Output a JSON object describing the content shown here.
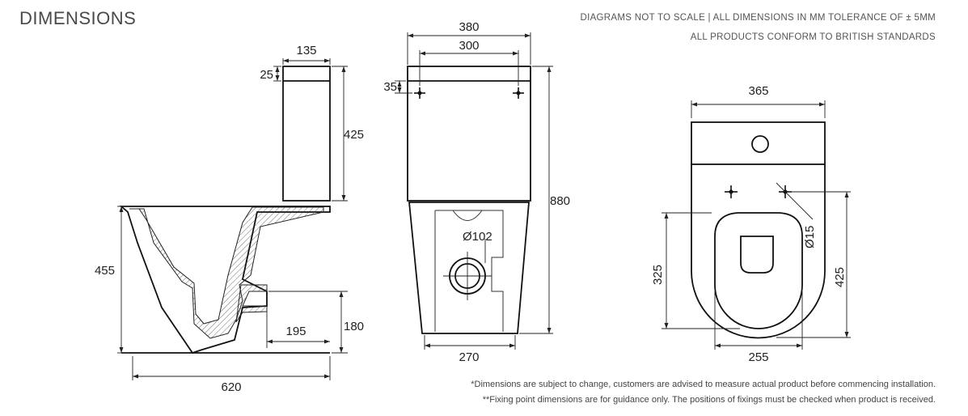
{
  "header": {
    "title": "DIMENSIONS",
    "line1": "DIAGRAMS NOT TO SCALE | ALL DIMENSIONS IN MM TOLERANCE OF ± 5MM",
    "line2": "ALL PRODUCTS CONFORM TO BRITISH STANDARDS"
  },
  "side_view": {
    "cistern_depth": "135",
    "lid_height": "25",
    "cistern_height": "425",
    "pan_height": "455",
    "outlet_height": "180",
    "outlet_offset": "195",
    "overall_depth": "620"
  },
  "front_view": {
    "cistern_width": "380",
    "fixing_spacing": "300",
    "fixing_drop": "35",
    "overall_height": "880",
    "outlet_diameter": "Ø102",
    "base_width": "270"
  },
  "top_view": {
    "overall_width": "365",
    "hole_diameter": "Ø15",
    "seat_length": "325",
    "bowl_length": "425",
    "seat_width": "255"
  },
  "footer": {
    "note1": "*Dimensions are subject to change, customers are advised to measure actual product before commencing installation.",
    "note2": "**Fixing point dimensions are for guidance only. The positions of fixings must be checked when product is received."
  }
}
